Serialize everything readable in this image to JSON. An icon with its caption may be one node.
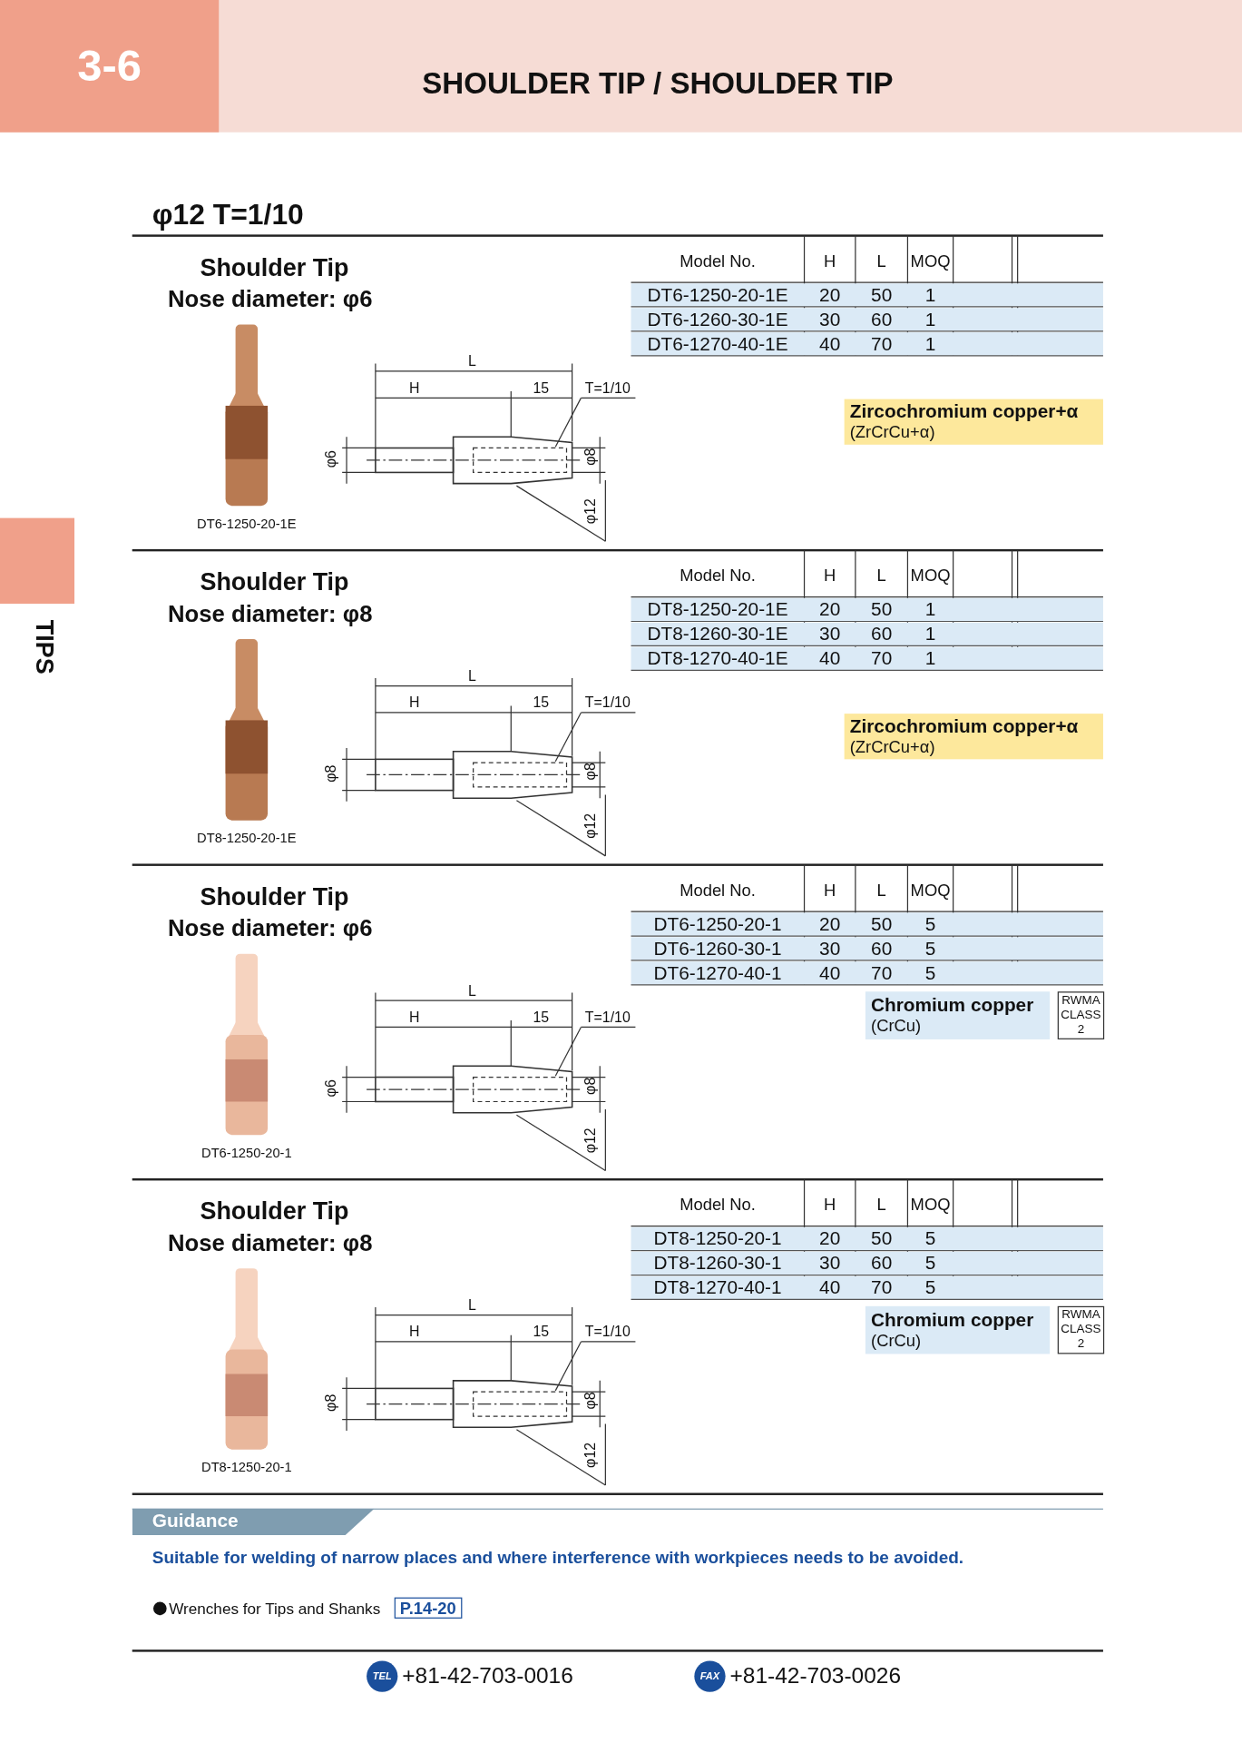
{
  "diagram": {
    "title": "SHOULDER TIP / SHOULDER TIP",
    "labels": [
      "3-6",
      "φ12  T=1/10",
      "Shoulder Tip",
      "Nose diameter: φ6",
      "Model No.",
      "H",
      "L",
      "MOQ",
      "DT6-1250-20-1E",
      "20",
      "50",
      "1",
      "DT6-1260-30-1E",
      "30",
      "60",
      "1",
      "DT6-1270-40-1E",
      "40",
      "70",
      "1",
      "L",
      "H",
      "15",
      "T=1/10",
      "φ6",
      "φ8",
      "φ12",
      "DT6-1250-20-1E",
      "Zircochromium copper+α",
      "(ZrCrCu+α)",
      "Shoulder Tip",
      "Nose diameter: φ8",
      "Model No.",
      "H",
      "L",
      "MOQ",
      "DT8-1250-20-1E",
      "20",
      "50",
      "1",
      "DT8-1260-30-1E",
      "30",
      "60",
      "1",
      "DT8-1270-40-1E",
      "40",
      "70",
      "1",
      "L",
      "H",
      "15",
      "T=1/10",
      "φ8",
      "φ8",
      "φ12",
      "DT8-1250-20-1E",
      "Zircochromium copper+α",
      "(ZrCrCu+α)",
      "Shoulder Tip",
      "Nose diameter: φ6",
      "Model No.",
      "H",
      "L",
      "MOQ",
      "DT6-1250-20-1",
      "20",
      "50",
      "5",
      "DT6-1260-30-1",
      "30",
      "60",
      "5",
      "DT6-1270-40-1",
      "40",
      "70",
      "5",
      "L",
      "H",
      "15",
      "T=1/10",
      "φ6",
      "φ8",
      "φ12",
      "DT6-1250-20-1",
      "Chromium copper",
      "(CrCu)",
      "RWMA CLASS 2",
      "Shoulder Tip",
      "Nose diameter: φ8",
      "Model No.",
      "H",
      "L",
      "MOQ",
      "DT8-1250-20-1",
      "20",
      "50",
      "5",
      "DT8-1260-30-1",
      "30",
      "60",
      "5",
      "DT8-1270-40-1",
      "40",
      "70",
      "5",
      "L",
      "H",
      "15",
      "T=1/10",
      "φ8",
      "φ8",
      "φ12",
      "DT8-1250-20-1",
      "Chromium copper",
      "(CrCu)",
      "RWMA CLASS 2",
      "Guidance",
      "Suitable for welding of narrow places and where interference with workpieces needs to be avoided.",
      "Wrenches for Tips and Shanks",
      "P.14-20",
      "TEL",
      "+81-42-703-0016",
      "FAX",
      "+81-42-703-0026",
      "TIPS"
    ]
  }
}
